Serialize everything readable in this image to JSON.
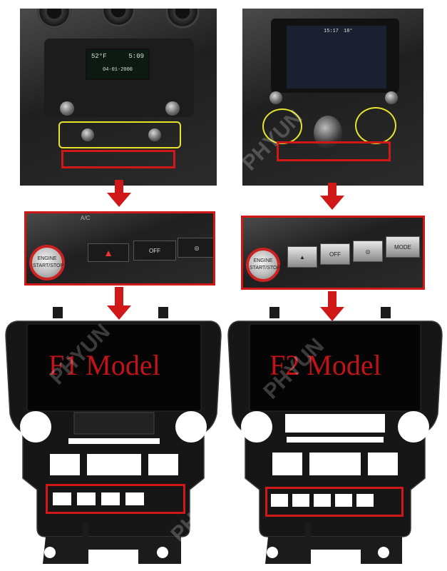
{
  "watermark": "PHYUN",
  "left_photo": {
    "lcd_temp": "52°F",
    "lcd_time": "5:09",
    "lcd_date": "04-01-2000"
  },
  "right_photo": {
    "lcd_time": "15:17",
    "lcd_temp": "18°"
  },
  "zoom_left": {
    "ac_label": "A/C",
    "engine_label": "ENGINE START/STOP",
    "off_label": "OFF"
  },
  "zoom_right": {
    "engine_label": "ENGINE START/STOP",
    "off_label": "OFF",
    "mode_label": "MODE"
  },
  "f1": {
    "label": "F1 Model"
  },
  "f2": {
    "label": "F2 Model"
  },
  "colors": {
    "accent_red": "#d01818",
    "highlight_yellow": "#e8e22a",
    "label_red": "#c2121a"
  }
}
